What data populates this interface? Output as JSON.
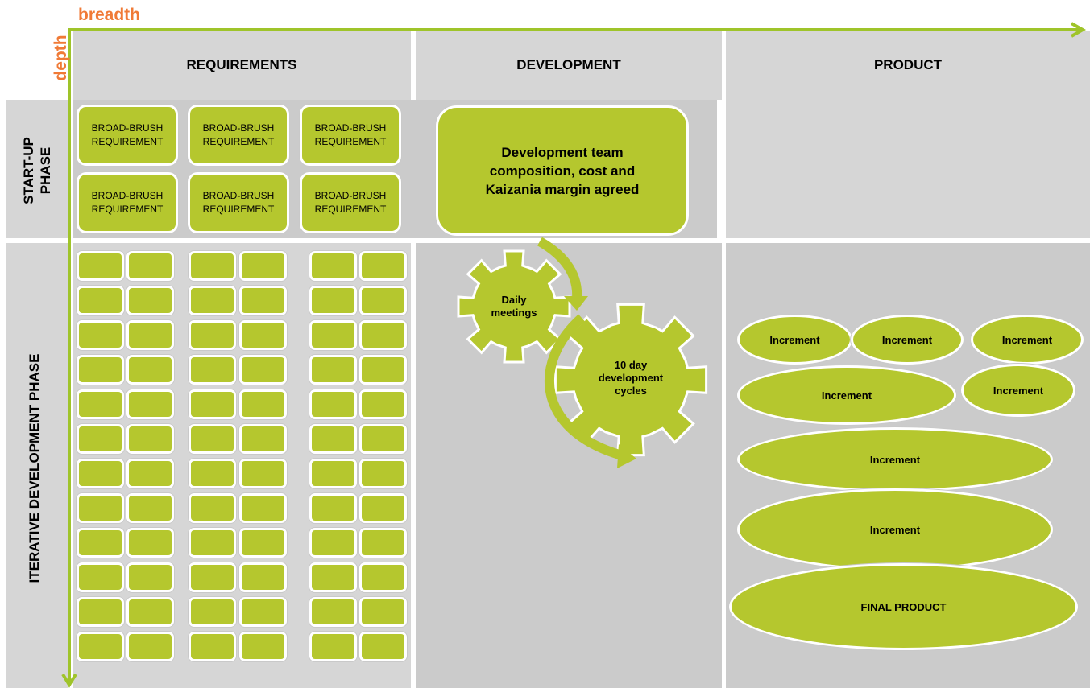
{
  "axes": {
    "x_label": "breadth",
    "y_label": "depth"
  },
  "columns": {
    "requirements": "REQUIREMENTS",
    "development": "DEVELOPMENT",
    "product": "PRODUCT"
  },
  "rows": {
    "startup": "START-UP PHASE",
    "iterative": "ITERATIVE DEVELOPMENT PHASE"
  },
  "startup_requirements": [
    "BROAD-BRUSH REQUIREMENT",
    "BROAD-BRUSH REQUIREMENT",
    "BROAD-BRUSH REQUIREMENT",
    "BROAD-BRUSH REQUIREMENT",
    "BROAD-BRUSH REQUIREMENT",
    "BROAD-BRUSH REQUIREMENT"
  ],
  "development_box": "Development team composition, cost and Kaizania margin agreed",
  "gears": {
    "small": "Daily meetings",
    "large": "10 day development cycles"
  },
  "increments": [
    "Increment",
    "Increment",
    "Increment",
    "Increment",
    "Increment",
    "Increment",
    "Increment"
  ],
  "final_product": "FINAL PRODUCT",
  "colors": {
    "accent_green": "#b5c72e",
    "axis_green": "#9fc42a",
    "axis_label_orange": "#f07a36",
    "panel_gray": "#d6d6d6",
    "panel_gray_dark": "#cbcbcb"
  }
}
